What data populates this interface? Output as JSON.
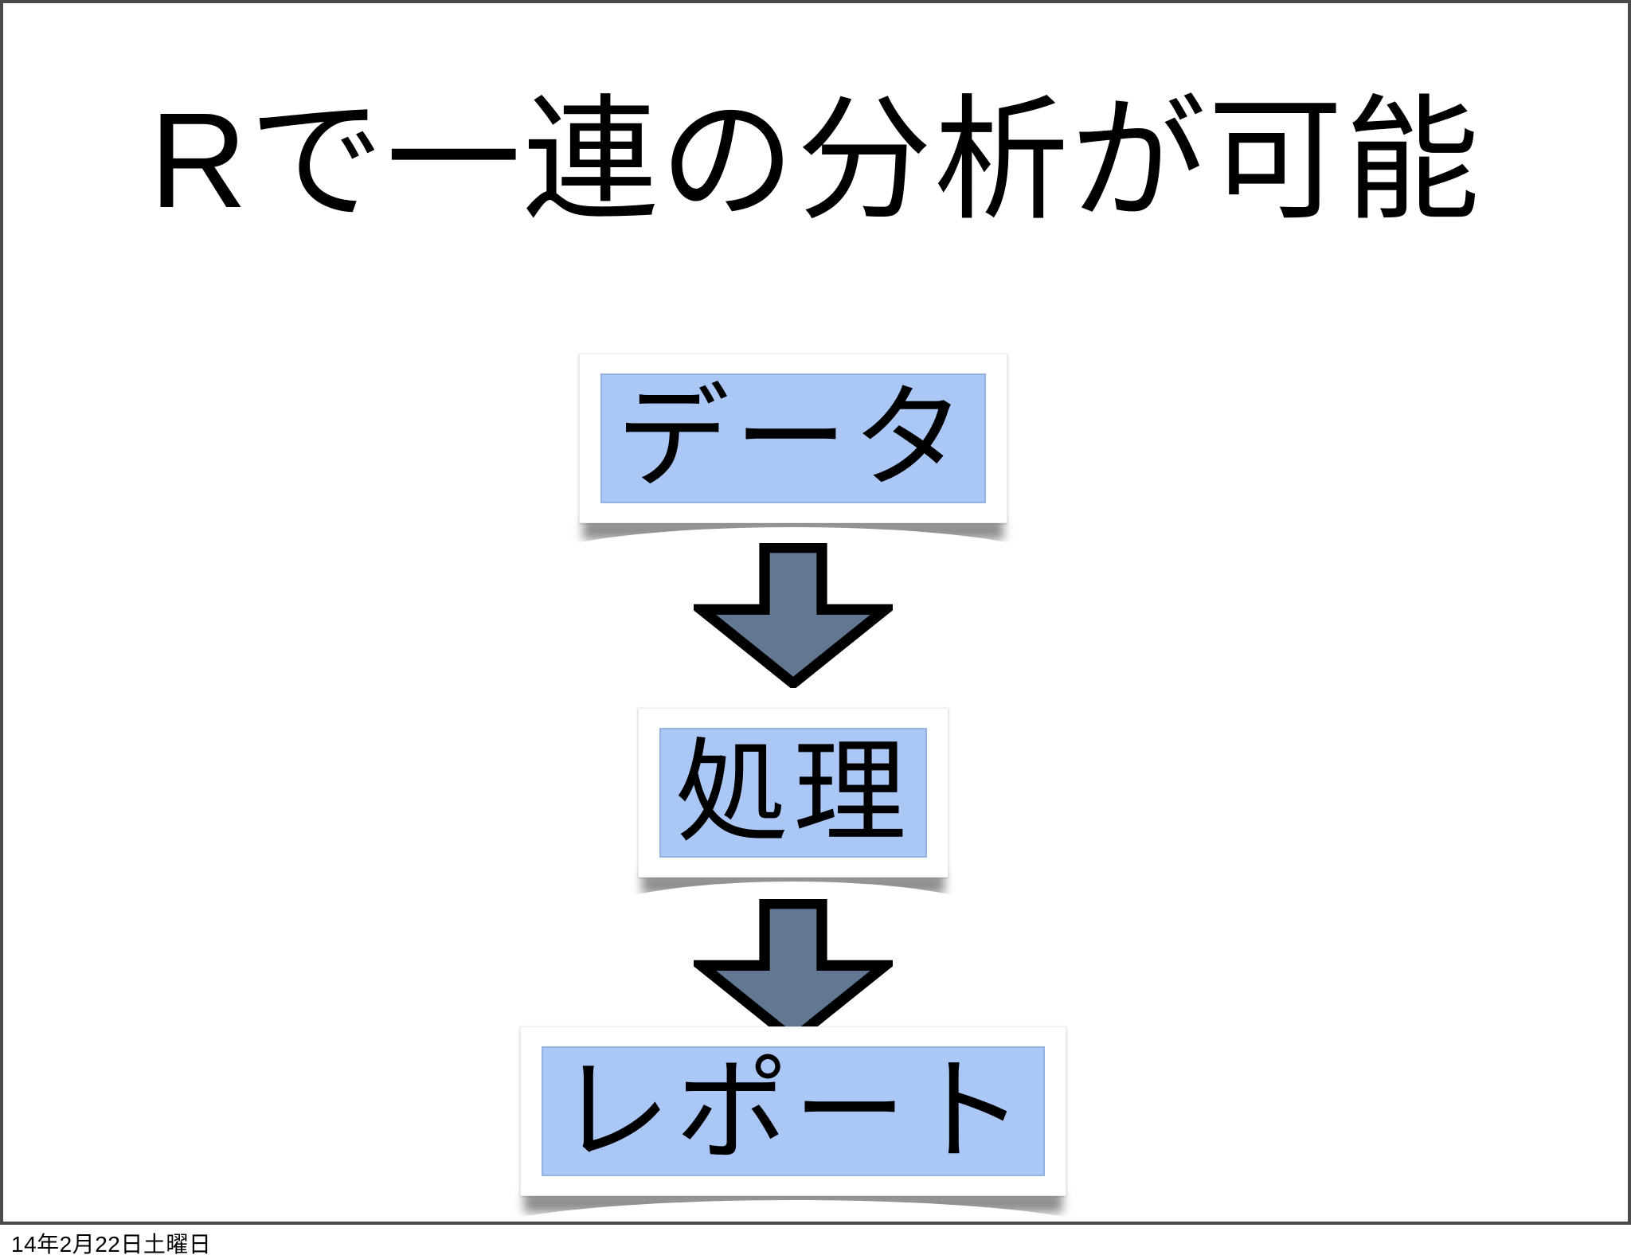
{
  "slide": {
    "title": "Rで一連の分析が可能",
    "flow_nodes": [
      {
        "label": "データ"
      },
      {
        "label": "処理"
      },
      {
        "label": "レポート"
      }
    ],
    "connector": "down-arrow",
    "footer_date": "14年2月22日土曜日",
    "colors": {
      "node_fill": "#abc7f6",
      "node_border": "#95b2e3",
      "arrow_fill": "#617792",
      "arrow_outline": "#000000",
      "frame_border": "#4a4a4a",
      "background": "#ffffff",
      "text": "#000000"
    }
  }
}
